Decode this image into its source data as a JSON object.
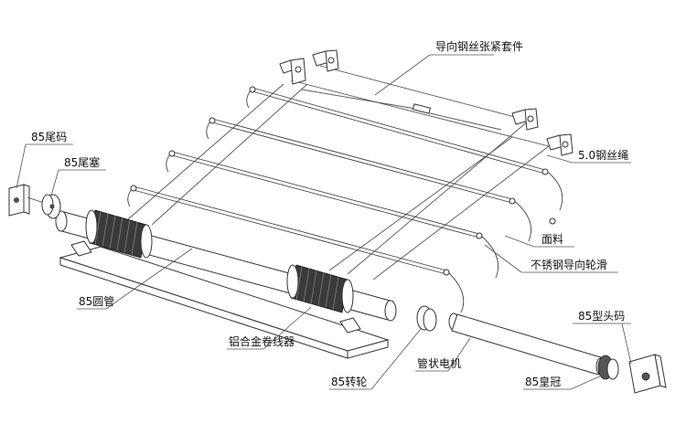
{
  "labels": {
    "guide_wire_tensioner": "导向钢丝张紧套件",
    "steel_wire_rope": "5.0钢丝绳",
    "tail_piece": "85尾码",
    "tail_plug": "85尾塞",
    "fabric": "面料",
    "stainless_guide_pulley": "不锈钢导向轮滑",
    "round_tube": "85圆管",
    "head_piece": "85型头码",
    "aluminum_winder": "铝合金卷线器",
    "tubular_motor": "管状电机",
    "drive_wheel": "85转轮",
    "crown": "85皇冠"
  }
}
